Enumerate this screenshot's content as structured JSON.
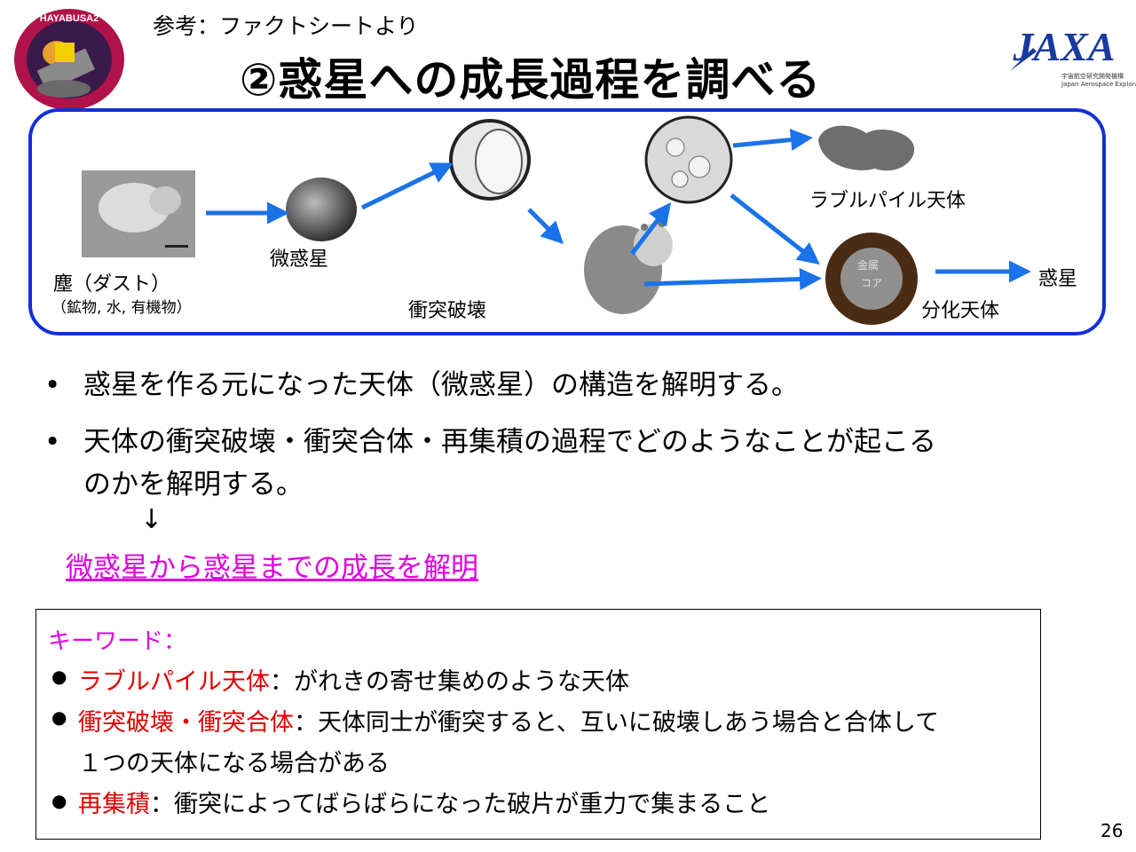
{
  "header": {
    "reference": "参考：ファクトシートより",
    "title": "②惑星への成長過程を調べる",
    "mission_logo_text": "HAYABUSA2",
    "agency_logo_text": "JAXA",
    "agency_sub_jp": "宇宙航空研究開発機構",
    "agency_sub_en": "Japan Aerospace Exploration Agency"
  },
  "diagram": {
    "dust_label": "塵（ダスト）",
    "dust_sub": "（鉱物, 水, 有機物）",
    "planetesimal_label": "微惑星",
    "collision_label": "衝突破壊",
    "rubble_label": "ラブルパイル天体",
    "core_label": "金属",
    "core_label2": "コア",
    "differentiated_label": "分化天体",
    "planet_label": "惑星",
    "colors": {
      "arrow": "#1a73e8",
      "frame": "#1030d8",
      "mantle": "#4a2c14",
      "core": "#909090"
    }
  },
  "bullets": [
    "惑星を作る元になった天体（微惑星）の構造を解明する。",
    "天体の衝突破壊・衝突合体・再集積の過程でどのようなことが起こる",
    "のかを解明する。"
  ],
  "down_arrow": "↓",
  "conclusion": "微惑星から惑星までの成長を解明",
  "keywords": {
    "title": "キーワード：",
    "items": [
      {
        "term": "ラブルパイル天体",
        "desc": "：がれきの寄せ集めのような天体"
      },
      {
        "term": "衝突破壊・衝突合体",
        "desc": "：天体同士が衝突すると、互いに破壊しあう場合と合体して"
      },
      {
        "term": "",
        "desc": "１つの天体になる場合がある"
      },
      {
        "term": "再集積",
        "desc": "：衝突によってばらばらになった破片が重力で集まること"
      }
    ]
  },
  "page_number": "26"
}
